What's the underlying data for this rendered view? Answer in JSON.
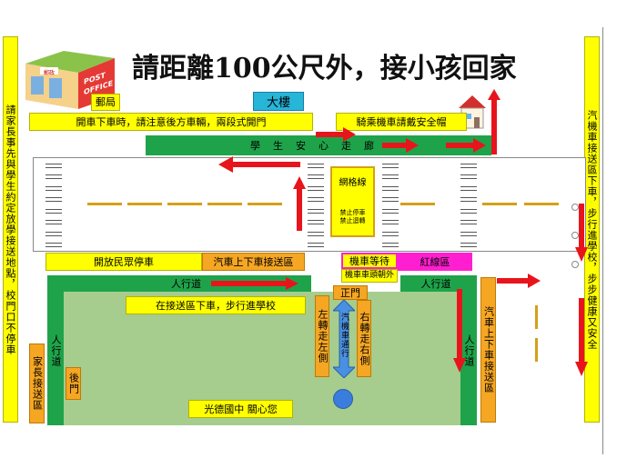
{
  "title": "請距離100公尺外，接小孩回家",
  "left_side_note": "請家長事先與學生約定放學接送地點，校門口不停車",
  "right_side_note": "汽機車接送區下車，步行進學校，步步健康又安全",
  "post_office": {
    "label": "郵局",
    "sign_line1": "POST",
    "sign_line2": "OFFICE",
    "sign_top": "郵政"
  },
  "building_label": "大樓",
  "notices": {
    "open_door": "開車下車時，請注意後方車輛，兩段式開門",
    "helmet": "騎乘機車請戴安全帽",
    "open_parking": "開放民眾停車",
    "car_dropoff_zone": "汽車上下車接送區",
    "moto_wait": "機車等待",
    "moto_head_out": "機車車頭朝外",
    "red_zone": "紅線區",
    "walk_in": "在接送區下車，步行進學校",
    "school_name": "光德國中 關心您"
  },
  "walkway_label": "學生安心走廊",
  "grid_line": {
    "title": "網格線",
    "line1": "禁止停車",
    "line2": "禁止迴轉"
  },
  "sidewalk_labels": {
    "top_left": "人行道",
    "bottom_left": "人行道",
    "bottom_right": "人行道",
    "top_right": "人行道"
  },
  "gates": {
    "main": "正門",
    "back": "後門"
  },
  "turn_left": "左轉走左側",
  "turn_right": "右轉走右側",
  "vehicle_lane": "汽機車通行",
  "parent_zone": "家長接送區",
  "car_dropoff_vertical": "汽車上下車接送區",
  "colors": {
    "yellow": "#ffff00",
    "green": "#1fa34a",
    "red": "#e8141c",
    "magenta": "#ff1fd0",
    "orange": "#f5a623",
    "blue": "#3b7ddd",
    "school_ground": "#a6cd8e"
  }
}
